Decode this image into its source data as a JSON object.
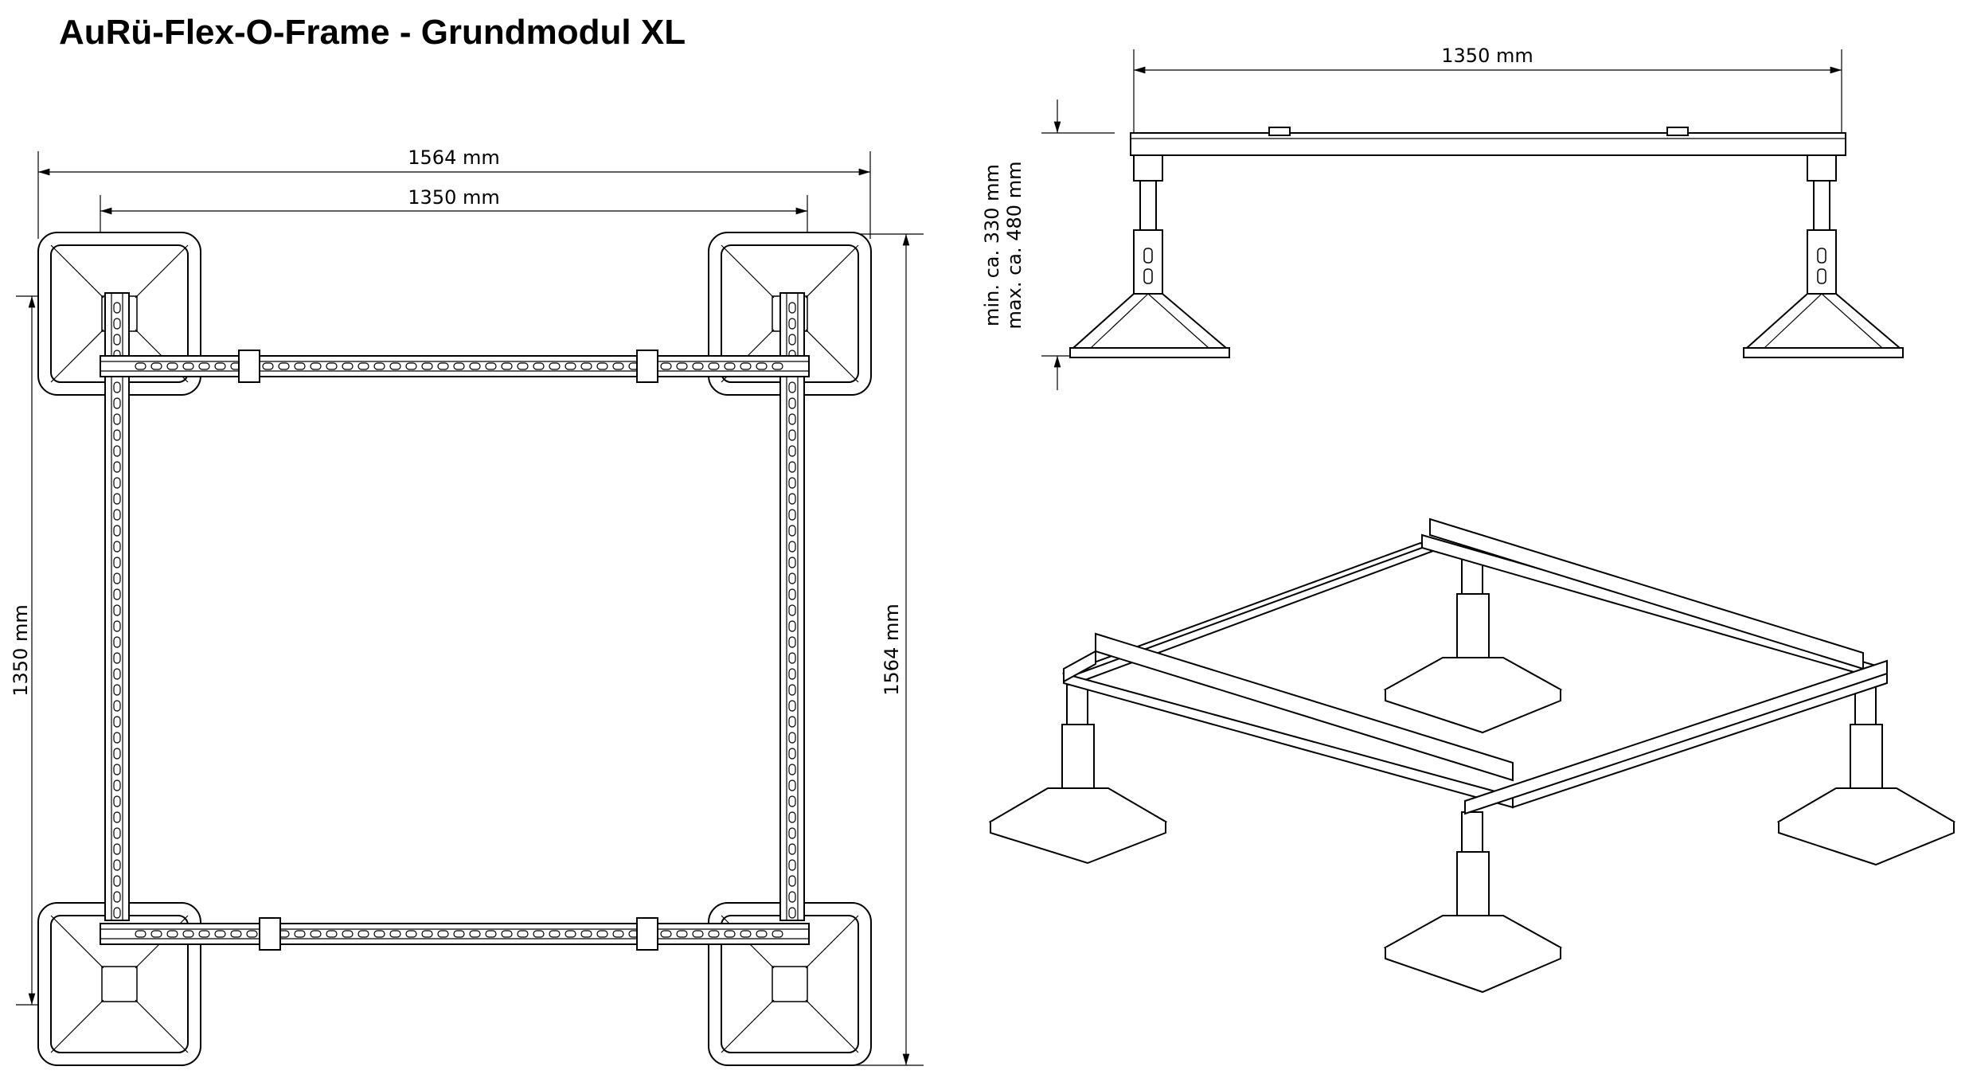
{
  "title": "AuRü-Flex-O-Frame - Grundmodul XL",
  "top_view": {
    "dim_outer_width": "1564 mm",
    "dim_inner_width": "1350 mm",
    "dim_inner_height": "1350 mm",
    "dim_outer_height": "1564 mm"
  },
  "side_view": {
    "dim_width": "1350 mm",
    "height_min": "min. ca. 330 mm",
    "height_max": "max. ca. 480 mm"
  }
}
